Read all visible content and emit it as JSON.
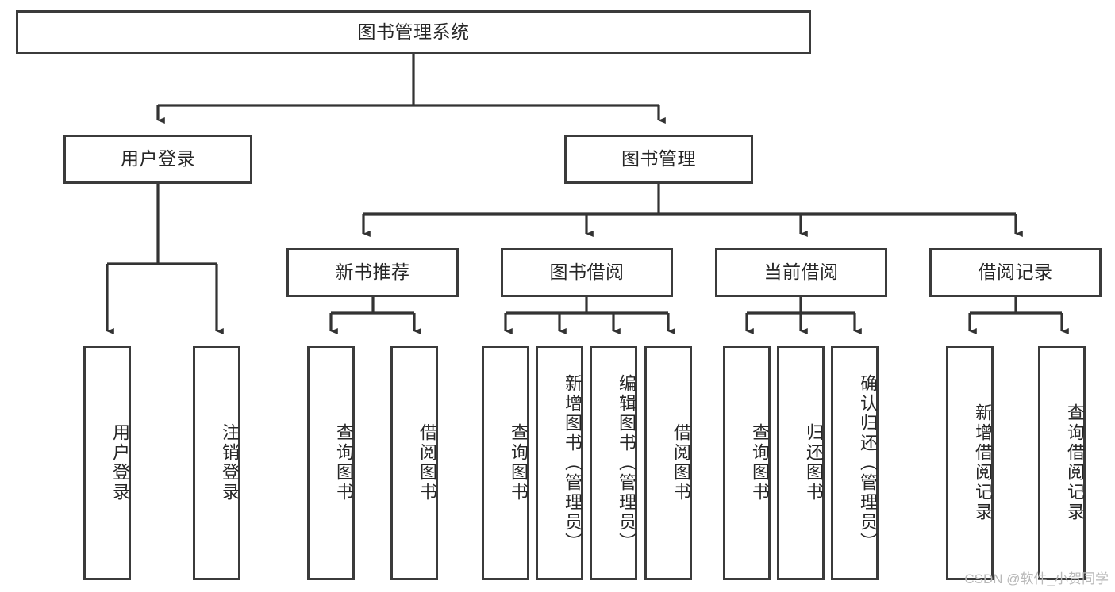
{
  "diagram": {
    "title": "图书管理系统",
    "type": "tree",
    "watermark": "CSDN @软件_小贺同学",
    "colors": {
      "node_border": "#3b3b3b",
      "node_fill": "#ffffff",
      "connector": "#333333",
      "text": "#262626",
      "watermark": "#b8b8b8",
      "background": "#ffffff"
    },
    "nodes": {
      "root": {
        "label": "图书管理系统",
        "level": 1,
        "orientation": "horizontal"
      },
      "user_login": {
        "label": "用户登录",
        "level": 2,
        "orientation": "horizontal"
      },
      "book_manage": {
        "label": "图书管理",
        "level": 2,
        "orientation": "horizontal"
      },
      "new_book_rec": {
        "label": "新书推荐",
        "level": 3,
        "orientation": "horizontal"
      },
      "book_borrow": {
        "label": "图书借阅",
        "level": 3,
        "orientation": "horizontal"
      },
      "current_borrow": {
        "label": "当前借阅",
        "level": 3,
        "orientation": "horizontal"
      },
      "borrow_record": {
        "label": "借阅记录",
        "level": 3,
        "orientation": "horizontal"
      },
      "leaf_login": {
        "label": "用户登录",
        "level": 4,
        "orientation": "vertical"
      },
      "leaf_logout": {
        "label": "注销登录",
        "level": 4,
        "orientation": "vertical"
      },
      "leaf_rec_query": {
        "label": "查询图书",
        "level": 4,
        "orientation": "vertical"
      },
      "leaf_rec_borrow": {
        "label": "借阅图书",
        "level": 4,
        "orientation": "vertical"
      },
      "leaf_bb_query": {
        "label": "查询图书",
        "level": 4,
        "orientation": "vertical"
      },
      "leaf_bb_add": {
        "label": "新增图书（管理员）",
        "level": 4,
        "orientation": "vertical"
      },
      "leaf_bb_edit": {
        "label": "编辑图书（管理员）",
        "level": 4,
        "orientation": "vertical"
      },
      "leaf_bb_borrow": {
        "label": "借阅图书",
        "level": 4,
        "orientation": "vertical"
      },
      "leaf_cb_query": {
        "label": "查询图书",
        "level": 4,
        "orientation": "vertical"
      },
      "leaf_cb_return": {
        "label": "归还图书",
        "level": 4,
        "orientation": "vertical"
      },
      "leaf_cb_confirm": {
        "label": "确认归还（管理员）",
        "level": 4,
        "orientation": "vertical"
      },
      "leaf_br_add": {
        "label": "新增借阅记录",
        "level": 4,
        "orientation": "vertical"
      },
      "leaf_br_query": {
        "label": "查询借阅记录",
        "level": 4,
        "orientation": "vertical"
      }
    },
    "edges": [
      {
        "from": "root",
        "to": "user_login"
      },
      {
        "from": "root",
        "to": "book_manage"
      },
      {
        "from": "book_manage",
        "to": "new_book_rec"
      },
      {
        "from": "book_manage",
        "to": "book_borrow"
      },
      {
        "from": "book_manage",
        "to": "current_borrow"
      },
      {
        "from": "book_manage",
        "to": "borrow_record"
      },
      {
        "from": "user_login",
        "to": "leaf_login"
      },
      {
        "from": "user_login",
        "to": "leaf_logout"
      },
      {
        "from": "new_book_rec",
        "to": "leaf_rec_query"
      },
      {
        "from": "new_book_rec",
        "to": "leaf_rec_borrow"
      },
      {
        "from": "book_borrow",
        "to": "leaf_bb_query"
      },
      {
        "from": "book_borrow",
        "to": "leaf_bb_add"
      },
      {
        "from": "book_borrow",
        "to": "leaf_bb_edit"
      },
      {
        "from": "book_borrow",
        "to": "leaf_bb_borrow"
      },
      {
        "from": "current_borrow",
        "to": "leaf_cb_query"
      },
      {
        "from": "current_borrow",
        "to": "leaf_cb_return"
      },
      {
        "from": "current_borrow",
        "to": "leaf_cb_confirm"
      },
      {
        "from": "borrow_record",
        "to": "leaf_br_add"
      },
      {
        "from": "borrow_record",
        "to": "leaf_br_query"
      }
    ]
  }
}
